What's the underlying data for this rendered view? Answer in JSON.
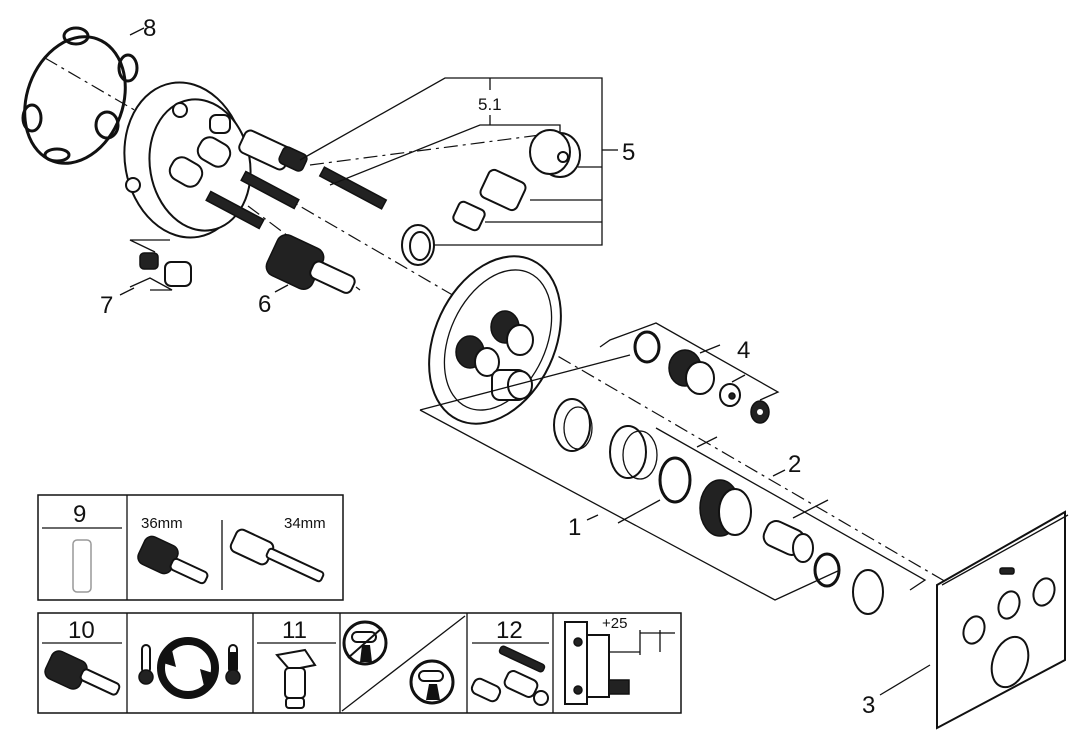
{
  "diagram": {
    "title": "Exploded parts view – concealed thermostatic mixer with trim plate",
    "callouts": [
      {
        "id": "1",
        "label": "1"
      },
      {
        "id": "2",
        "label": "2"
      },
      {
        "id": "3",
        "label": "3"
      },
      {
        "id": "4",
        "label": "4"
      },
      {
        "id": "5",
        "label": "5"
      },
      {
        "id": "5.1",
        "label": "5.1"
      },
      {
        "id": "6",
        "label": "6"
      },
      {
        "id": "7",
        "label": "7"
      },
      {
        "id": "8",
        "label": "8"
      }
    ],
    "legend_boxes": {
      "box9": {
        "number": "9",
        "size_a": "36mm",
        "size_b": "34mm"
      },
      "box10": {
        "number": "10"
      },
      "box11": {
        "number": "11"
      },
      "box12": {
        "number": "12",
        "dimension": "+25"
      }
    },
    "icons": [
      "thermometer-cold-icon",
      "rotate-arrows-icon",
      "thermometer-hot-icon",
      "no-lever-icon",
      "lever-icon"
    ]
  }
}
